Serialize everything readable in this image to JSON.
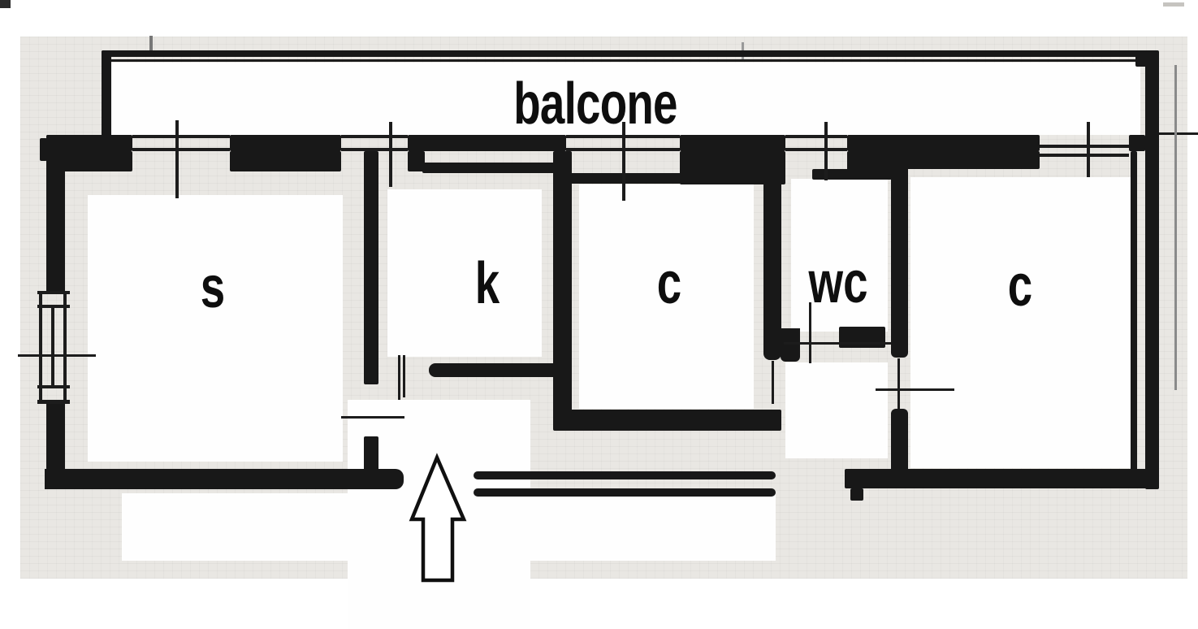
{
  "document": {
    "kind": "scanned apartment floor plan",
    "orientation": "entrance at bottom, balcony at top"
  },
  "balcony": {
    "label": "balcone"
  },
  "rooms": [
    {
      "id": "room-s",
      "label": "s"
    },
    {
      "id": "room-k",
      "label": "k"
    },
    {
      "id": "room-c1",
      "label": "c"
    },
    {
      "id": "room-wc",
      "label": "wc"
    },
    {
      "id": "room-c2",
      "label": "c"
    }
  ],
  "entrance": {
    "symbol": "up-arrow",
    "meaning": "entrance direction"
  },
  "colors": {
    "wall": "#181818",
    "paper": "#e9e7e3",
    "room_fill": "#fefefe",
    "label_text": "#0e0e0e"
  }
}
